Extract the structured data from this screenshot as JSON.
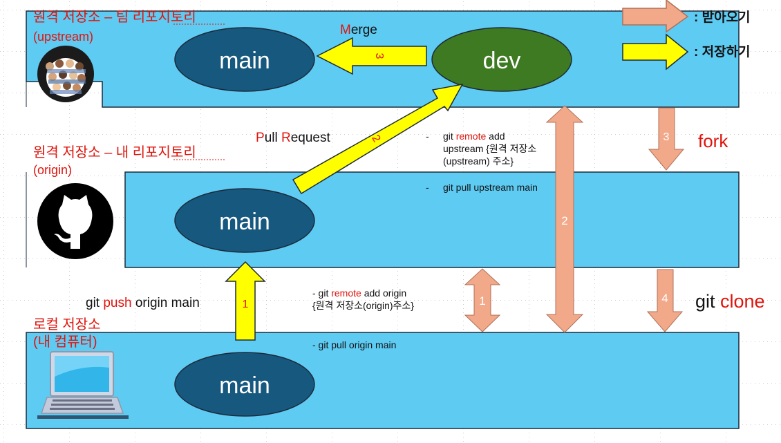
{
  "colors": {
    "repo_fill": "#5ECBF3",
    "repo_stroke": "#1D2A3A",
    "main_node": "#17587F",
    "dev_node": "#3E7A21",
    "arrow_yellow": "#FFFF00",
    "arrow_salmon": "#F2A98A",
    "label_red": "#E0140C",
    "text_dark": "#111111"
  },
  "legend": {
    "fetch_label": ": 받아오기",
    "save_label": ": 저장하기"
  },
  "repos": {
    "upstream": {
      "title": "원격 저장소 – 팀 리포지토리",
      "subtitle": "(upstream)",
      "node_main": "main",
      "node_dev": "dev",
      "icon": "octocat-team-avatar"
    },
    "origin": {
      "title": "원격 저장소 – 내 리포지토리",
      "subtitle": "(origin)",
      "node_main": "main",
      "icon": "github-octocat-icon"
    },
    "local": {
      "title": "로컬 저장소",
      "subtitle": "(내 컴퓨터)",
      "node_main": "main",
      "icon": "laptop-icon"
    }
  },
  "labels": {
    "merge_m": "M",
    "merge_rest": "erge",
    "pr_p": "P",
    "pr_ull": "ull ",
    "pr_r": "R",
    "pr_rest": "equest",
    "push_git": "git ",
    "push_push": "push",
    "push_rest": " origin main",
    "fork": "fork",
    "clone_git": "git ",
    "clone_clone": "clone"
  },
  "arrow_numbers": {
    "merge": "3",
    "pull_request": "2",
    "push": "1",
    "fork": "3",
    "upstream_pull": "2",
    "origin_pull": "1",
    "clone": "4"
  },
  "notes": {
    "remote_upstream_dash": "-",
    "remote_upstream_l1a": "git ",
    "remote_upstream_l1b": "remote",
    "remote_upstream_l1c": " add",
    "remote_upstream_l2": "upstream {원격 저장소",
    "remote_upstream_l3": "(upstream) 주소}",
    "pull_upstream_dash": "-",
    "pull_upstream": "git pull upstream main",
    "remote_origin_l1a": "- git ",
    "remote_origin_l1b": "remote",
    "remote_origin_l1c": " add origin",
    "remote_origin_l2": "{원격 저장소(origin)주소}",
    "pull_origin": "- git pull origin main"
  }
}
